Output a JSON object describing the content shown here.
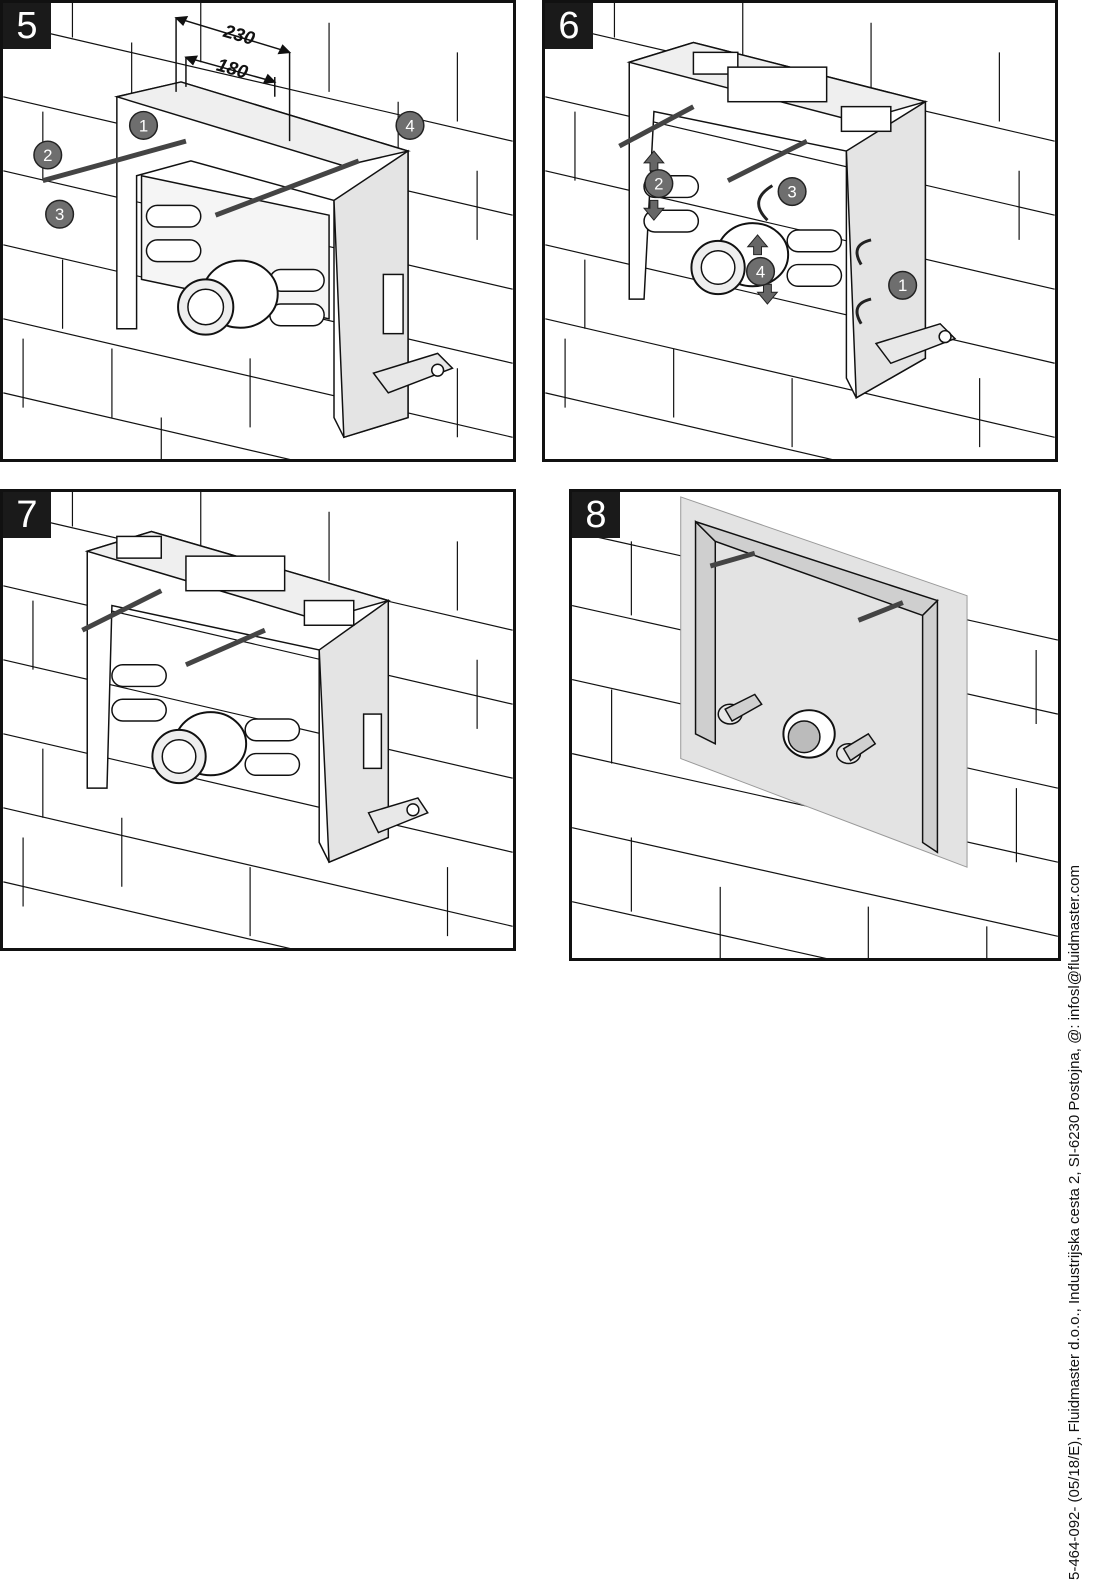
{
  "panels": [
    {
      "step": "5",
      "dimensions": [
        "230",
        "180"
      ],
      "callouts": [
        "1",
        "2",
        "3",
        "4"
      ]
    },
    {
      "step": "6",
      "callouts": [
        "1",
        "2",
        "3",
        "4"
      ]
    },
    {
      "step": "7"
    },
    {
      "step": "8"
    }
  ],
  "footer_text": "5-464-092- (05/18/E), Fluidmaster d.o.o., Industrijska cesta 2, SI-6230 Postojna, @: infosl@fluidmaster.com",
  "colors": {
    "line": "#111111",
    "metal": "#dcdcdc",
    "panel_plate": "#e3e3e3",
    "badge": "#1a1a1a",
    "callout": "#6e6e6e"
  }
}
